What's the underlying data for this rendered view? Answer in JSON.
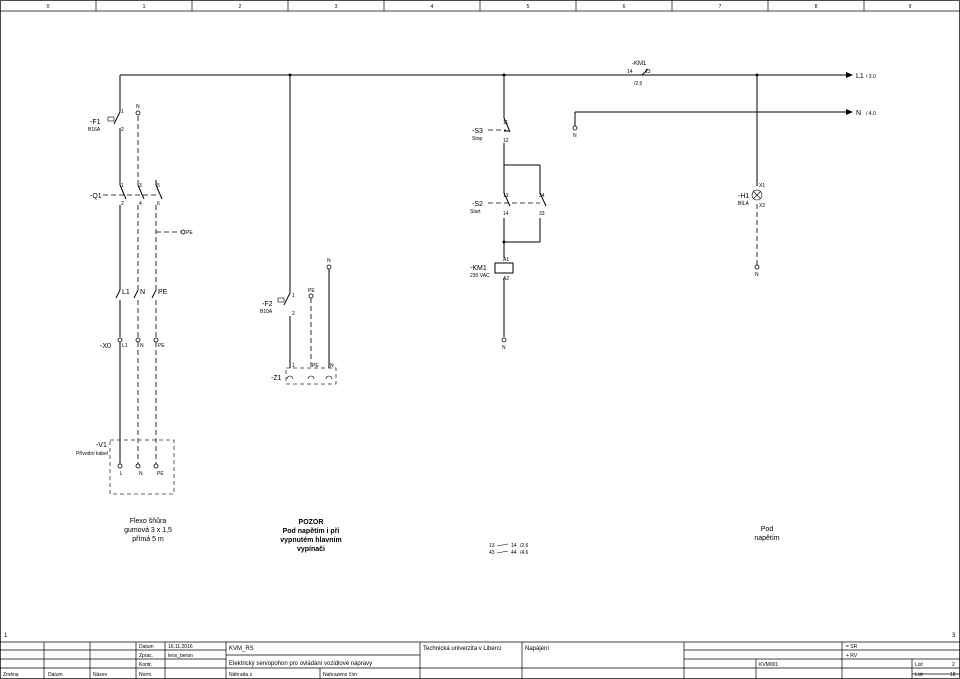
{
  "columns": [
    "0",
    "1",
    "2",
    "3",
    "4",
    "5",
    "6",
    "7",
    "8",
    "9"
  ],
  "sheet_markers": {
    "left": "1",
    "right": "3"
  },
  "outputs": {
    "l1": {
      "label": "L1",
      "ref": "/ 3.0"
    },
    "n": {
      "label": "N",
      "ref": "/ 4.0"
    }
  },
  "components": {
    "km1_top": {
      "tag": "-KM1",
      "pin_a": "14",
      "pin_b": "13",
      "ref": "/2.5"
    },
    "f1": {
      "tag": "-F1",
      "rating": "B16A",
      "pin1": "1",
      "pin2": "2",
      "n": "N"
    },
    "q1": {
      "tag": "-Q1",
      "pins_top": [
        "1",
        "3",
        "5"
      ],
      "pins_bottom": [
        "2",
        "4",
        "6"
      ]
    },
    "pe_out": {
      "label": "PE"
    },
    "cable": {
      "l1": "L1",
      "n": "N",
      "pe": "PE"
    },
    "x0": {
      "tag": "-X0",
      "t1": "L1",
      "t2": "N",
      "t3": "PE"
    },
    "v1": {
      "tag": "-V1",
      "desc": "Přívodní kabel",
      "t1": "L",
      "t2": "N",
      "t3": "PE"
    },
    "f2": {
      "tag": "-F2",
      "rating": "B10A",
      "pin1": "1",
      "pin2": "2",
      "pe": "PE",
      "n": "N"
    },
    "z1": {
      "tag": "-Z1",
      "t1": "1",
      "t2": "PE",
      "t3": "N"
    },
    "s3": {
      "tag": "-S3",
      "desc": "Stop",
      "pin1": "11",
      "pin2": "12"
    },
    "s2": {
      "tag": "-S2",
      "desc": "Start",
      "pin1": "13",
      "pin2": "14",
      "pin3": "34",
      "pin4": "33"
    },
    "km1_coil": {
      "tag": "-KM1",
      "desc": "230 VAC",
      "a1": "A1",
      "a2": "A2"
    },
    "n_bottom": "N",
    "n_mid": "N",
    "h1": {
      "tag": "-H1",
      "desc": "BÍLÁ",
      "x1": "X1",
      "x2": "X2",
      "n": "N"
    }
  },
  "contact_refs": [
    {
      "a": "13",
      "b": "14",
      "ref": "/2.6"
    },
    {
      "a": "43",
      "b": "44",
      "ref": "/4.6"
    }
  ],
  "notes": {
    "cable": [
      "Flexo šňůra",
      "gumová 3 x 1,5",
      "přímá 5 m"
    ],
    "pozor_title": "POZOR",
    "pozor": [
      "Pod napětím i při",
      "vypnutém hlavním",
      "vypínači"
    ],
    "pod": [
      "Pod",
      "napětím"
    ]
  },
  "title_block": {
    "datum_label": "Datum",
    "datum_value": "16.11.2016",
    "zprac_label": "Zprac.",
    "zprac_value": "leos_beran",
    "kontr_label": "Kontr.",
    "norm_label": "Norm.",
    "project": "KVM_RS",
    "description": "Elektrický servopohon pro ovládání vozidlové nápravy",
    "nahrada_za": "Náhrada z",
    "nahrazeno": "Nahrazeno čím",
    "zmena": "Změna",
    "datum2": "Datum",
    "nazev": "Název",
    "org": "Technická univerzita v Liberci",
    "sheet_title": "Napájení",
    "eq_sr": "= SR",
    "eq_rv": "+ RV",
    "drawing_no": "KVM001",
    "list_label": "List",
    "list_value": "2",
    "list_total_label": "List",
    "list_total_value": "18"
  }
}
